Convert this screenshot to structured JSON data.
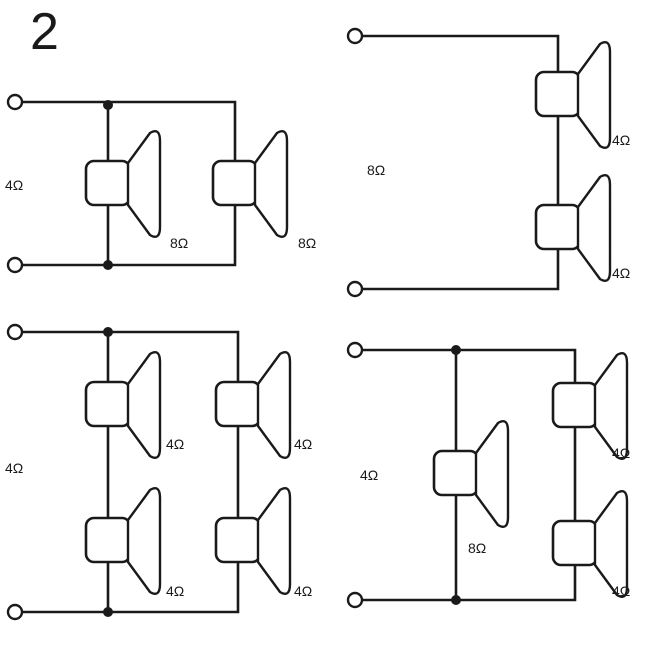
{
  "figure_number": "2",
  "circuits": [
    {
      "id": "parallel-two-8ohm",
      "total": "4Ω",
      "speakers": [
        "8Ω",
        "8Ω"
      ]
    },
    {
      "id": "series-two-4ohm",
      "total": "8Ω",
      "speakers": [
        "4Ω",
        "4Ω"
      ]
    },
    {
      "id": "series-parallel-four-4ohm",
      "total": "4Ω",
      "speakers": [
        "4Ω",
        "4Ω",
        "4Ω",
        "4Ω"
      ]
    },
    {
      "id": "mixed-three",
      "total": "4Ω",
      "speakers": [
        "8Ω",
        "4Ω",
        "4Ω"
      ]
    }
  ]
}
